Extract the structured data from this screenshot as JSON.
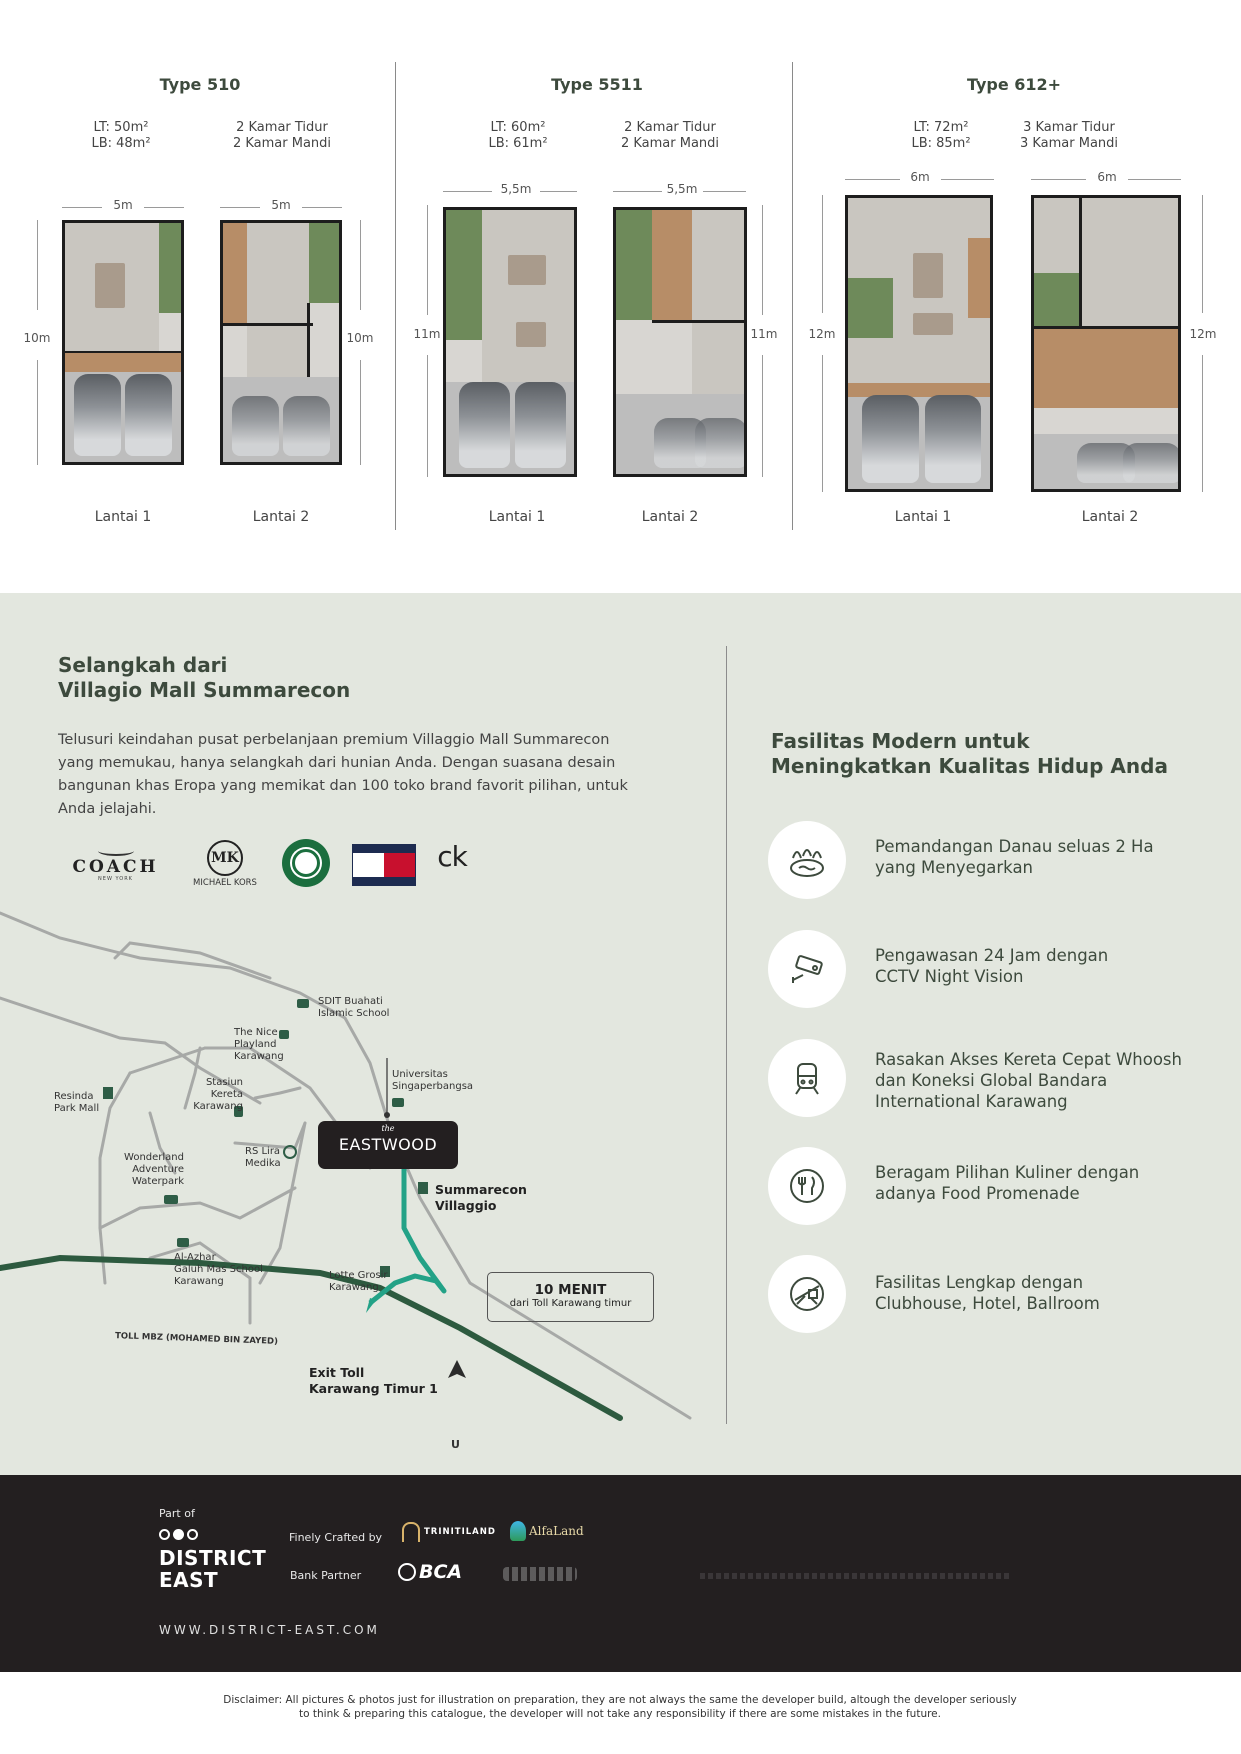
{
  "types": [
    {
      "title": "Type 510",
      "specs_left": "LT: 50m²\nLB: 48m²",
      "specs_right": "2 Kamar Tidur\n2 Kamar Mandi",
      "width_label": "5m",
      "depth_label": "10m",
      "floors": [
        "Lantai 1",
        "Lantai 2"
      ]
    },
    {
      "title": "Type 5511",
      "specs_left": "LT: 60m²\nLB: 61m²",
      "specs_right": "2 Kamar Tidur\n2 Kamar Mandi",
      "width_label": "5,5m",
      "depth_label": "11m",
      "floors": [
        "Lantai 1",
        "Lantai 2"
      ]
    },
    {
      "title": "Type 612+",
      "specs_left": "LT: 72m²\nLB: 85m²",
      "specs_right": "3 Kamar Tidur\n3 Kamar Mandi",
      "width_label": "6m",
      "depth_label": "12m",
      "floors": [
        "Lantai 1",
        "Lantai 2"
      ]
    }
  ],
  "location": {
    "title": "Selangkah dari\nVillagio Mall Summarecon",
    "body": "Telusuri keindahan pusat perbelanjaan premium Villaggio Mall Summarecon yang memukau, hanya selangkah dari hunian Anda. Dengan suasana desain bangunan khas Eropa yang memikat dan 100 toko brand favorit pilihan, untuk Anda jelajahi.",
    "brands": {
      "coach": "COACH",
      "coach_sub": "NEW YORK",
      "mk": "MK",
      "mk_sub": "MICHAEL KORS",
      "ck": "ck"
    }
  },
  "map": {
    "labels": {
      "sdit": "SDIT Buahati\nIslamic School",
      "nice": "The Nice\nPlayland\nKarawang",
      "unsika": "Universitas\nSingaperbangsa",
      "resinda": "Resinda\nPark Mall",
      "stasiun": "Stasiun Kereta\nKarawang",
      "rs": "RS Lira\nMedika",
      "wonderland": "Wonderland\nAdventure\nWaterpark",
      "alazhar": "Al-Azhar\nGaluh Mas School\nKarawang",
      "lotte": "Lotte Grosir\nKarawang",
      "summarecon": "Summarecon\nVillaggio",
      "exit": "Exit Toll\nKarawang Timur 1",
      "toll": "TOLL MBZ (MOHAMED BIN ZAYED)",
      "north": "U"
    },
    "badge_the": "the",
    "badge_name": "EASTWOOD",
    "time_title": "10 MENIT",
    "time_sub": "dari Toll Karawang timur"
  },
  "facilities": {
    "title": "Fasilitas Modern untuk\nMeningkatkan Kualitas Hidup Anda",
    "items": [
      {
        "icon": "lake-icon",
        "text": "Pemandangan Danau seluas 2 Ha\nyang Menyegarkan"
      },
      {
        "icon": "cctv-icon",
        "text": "Pengawasan 24 Jam dengan\nCCTV Night Vision"
      },
      {
        "icon": "train-icon",
        "text": "Rasakan Akses Kereta Cepat Whoosh\ndan Koneksi Global Bandara\nInternational Karawang"
      },
      {
        "icon": "food-icon",
        "text": "Beragam Pilihan Kuliner dengan\nadanya Food Promenade"
      },
      {
        "icon": "clubhouse-icon",
        "text": "Fasilitas Lengkap dengan\nClubhouse, Hotel, Ballroom"
      }
    ]
  },
  "footer": {
    "part_of": "Part of",
    "district": "DISTRICT\nEAST",
    "crafted_by": "Finely Crafted by",
    "trinity": "TRINITILAND",
    "alfaland": "AlfaLand",
    "bank_partner": "Bank Partner",
    "bca": "BCA",
    "url": "WWW.DISTRICT-EAST.COM"
  },
  "disclaimer": "Disclaimer: All pictures & photos just for illustration on preparation, they are not always the same the developer build, altough the developer seriously\nto think & preparing this catalogue, the developer will not take any responsibility if there are some mistakes in the future."
}
